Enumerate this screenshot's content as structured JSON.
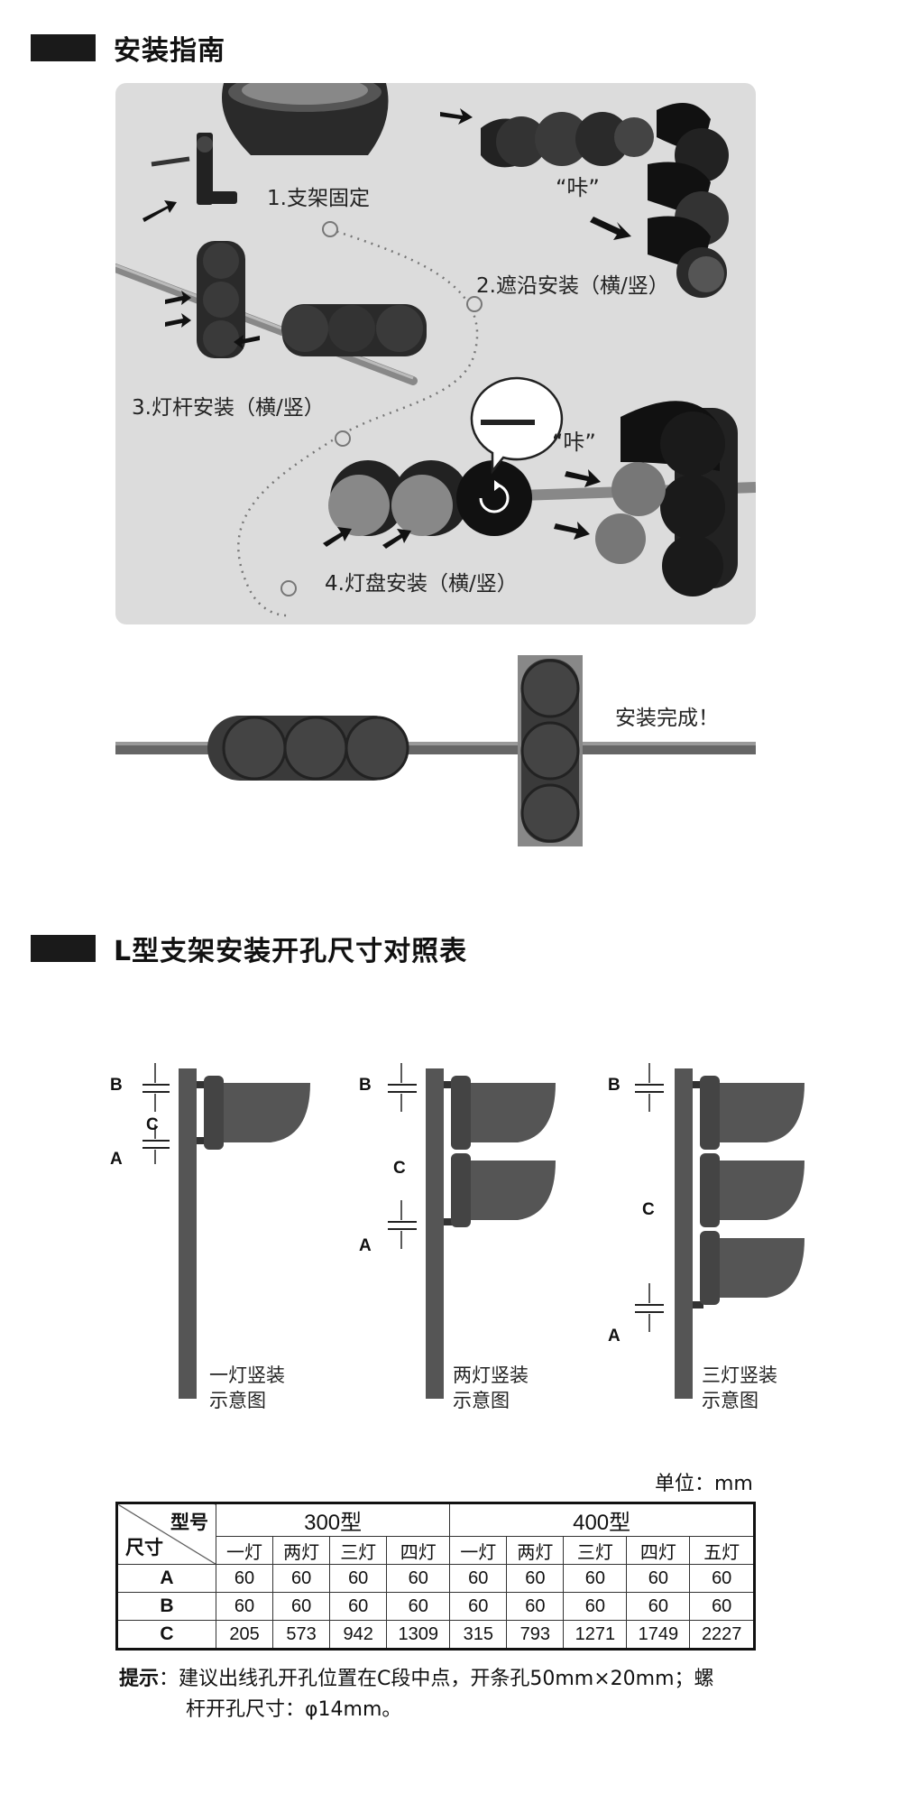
{
  "section1_title": "安装指南",
  "steps": {
    "s1": "1.支架固定",
    "s2": "2.遮沿安装（横/竖）",
    "s3": "3.灯杆安装（横/竖）",
    "s4": "4.灯盘安装（横/竖）",
    "click1": "“咔”",
    "click2": "“咔”",
    "done": "安装完成！"
  },
  "section2_title": "L型支架安装开孔尺寸对照表",
  "diagrams": {
    "d1_line1": "一灯竖装",
    "d1_line2": "示意图",
    "d2_line1": "两灯竖装",
    "d2_line2": "示意图",
    "d3_line1": "三灯竖装",
    "d3_line2": "示意图",
    "label_a": "A",
    "label_b": "B",
    "label_c": "C"
  },
  "unit": "单位：mm",
  "table": {
    "corner_top": "型号",
    "corner_bottom": "尺寸",
    "model_300": "300型",
    "model_400": "400型",
    "sub_300": [
      "一灯",
      "两灯",
      "三灯",
      "四灯"
    ],
    "sub_400": [
      "一灯",
      "两灯",
      "三灯",
      "四灯",
      "五灯"
    ],
    "rows": [
      {
        "label": "A",
        "values": [
          "60",
          "60",
          "60",
          "60",
          "60",
          "60",
          "60",
          "60",
          "60"
        ]
      },
      {
        "label": "B",
        "values": [
          "60",
          "60",
          "60",
          "60",
          "60",
          "60",
          "60",
          "60",
          "60"
        ]
      },
      {
        "label": "C",
        "values": [
          "205",
          "573",
          "942",
          "1309",
          "315",
          "793",
          "1271",
          "1749",
          "2227"
        ]
      }
    ]
  },
  "tip": {
    "key": "提示",
    "line1": "：建议出线孔开孔位置在C段中点，开条孔50mm×20mm；螺",
    "line2": "杆开孔尺寸：φ14mm。"
  }
}
